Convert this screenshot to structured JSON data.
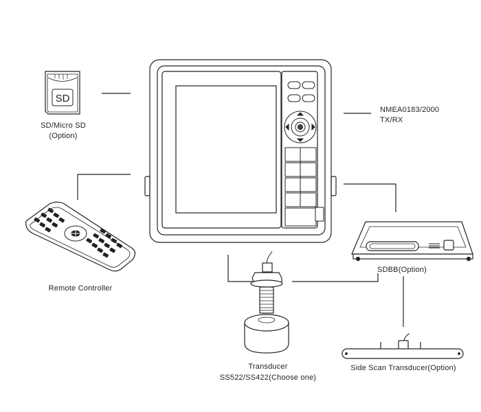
{
  "labels": {
    "sd_line1": "SD/Micro SD",
    "sd_line2": "(Option)",
    "nmea_line1": "NMEA0183/2000",
    "nmea_line2": "TX/RX",
    "remote": "Remote Controller",
    "sdbb": "SDBB(Option)",
    "transducer_line1": "Transducer",
    "transducer_line2": "SS522/SS422(Choose one)",
    "side_scan": "Side Scan Transducer(Option)",
    "sd_card_text": "SD"
  }
}
